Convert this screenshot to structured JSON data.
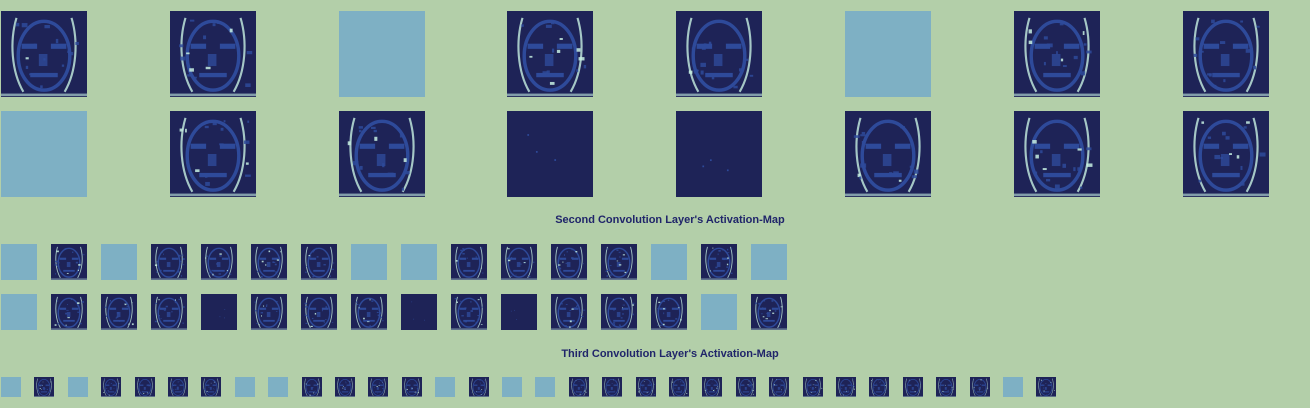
{
  "palette": {
    "background": "#b3cfa9",
    "dead": "#7eb0c4",
    "dark": "#1e2357",
    "mid": "#2e4a9a",
    "bright": "#c7f0e2"
  },
  "layer1": {
    "rows": [
      [
        "face",
        "face",
        "dead",
        "face",
        "face",
        "dead",
        "face",
        "face"
      ],
      [
        "dead",
        "face",
        "face",
        "dark",
        "dark",
        "face",
        "face",
        "face"
      ]
    ]
  },
  "layer2": {
    "caption": "Second Convolution Layer's Activation-Map",
    "rows": [
      [
        "dead",
        "face",
        "dead",
        "face",
        "face",
        "face",
        "face",
        "dead",
        "dead",
        "face",
        "face",
        "face",
        "face",
        "dead",
        "face",
        "dead"
      ],
      [
        "dead",
        "face",
        "face",
        "face",
        "dark",
        "face",
        "face",
        "face",
        "dark",
        "face",
        "dark",
        "face",
        "face",
        "face",
        "dead",
        "face"
      ]
    ]
  },
  "layer3": {
    "caption": "Third Convolution Layer's Activation-Map",
    "rows": [
      [
        "dead",
        "face",
        "dead",
        "face",
        "face",
        "face",
        "face",
        "dead",
        "dead",
        "face",
        "face",
        "face",
        "face",
        "dead",
        "face",
        "dead",
        "dead",
        "face",
        "face",
        "face",
        "face",
        "face",
        "face",
        "face",
        "face",
        "face",
        "face",
        "face",
        "face",
        "face",
        "dead",
        "face"
      ]
    ]
  }
}
